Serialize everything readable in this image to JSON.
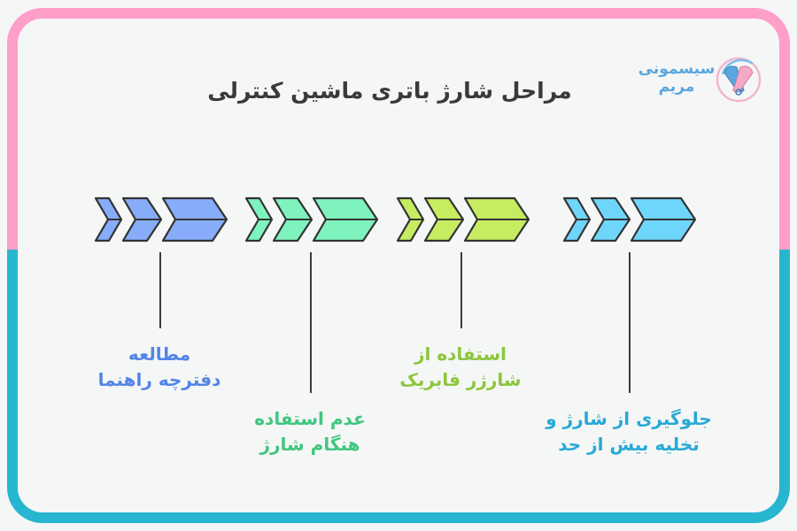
{
  "title": "مراحل شارژ باتری ماشین کنترلی",
  "logo": {
    "line1": "سیسمونی",
    "line2": "مریم",
    "icon": "safety-pin-heart-icon"
  },
  "colors": {
    "frame_top": "#ff9ec9",
    "frame_bottom": "#27b6cf",
    "background": "#f5f6f6",
    "stroke": "#333333"
  },
  "steps": [
    {
      "line1": "مطالعه",
      "line2": "دفترچه راهنما",
      "fill": "#86acfa",
      "text_color": "#5285e8"
    },
    {
      "line1": "عدم استفاده",
      "line2": "هنگام شارژ",
      "fill": "#7ff3bd",
      "text_color": "#3fc77f"
    },
    {
      "line1": "استفاده از",
      "line2": "شارژر فابریک",
      "fill": "#c6ec62",
      "text_color": "#8cc63e"
    },
    {
      "line1": "جلوگیری از شارژ و",
      "line2": "تخلیه بیش از حد",
      "fill": "#6fd6fb",
      "text_color": "#27a9d6"
    }
  ]
}
